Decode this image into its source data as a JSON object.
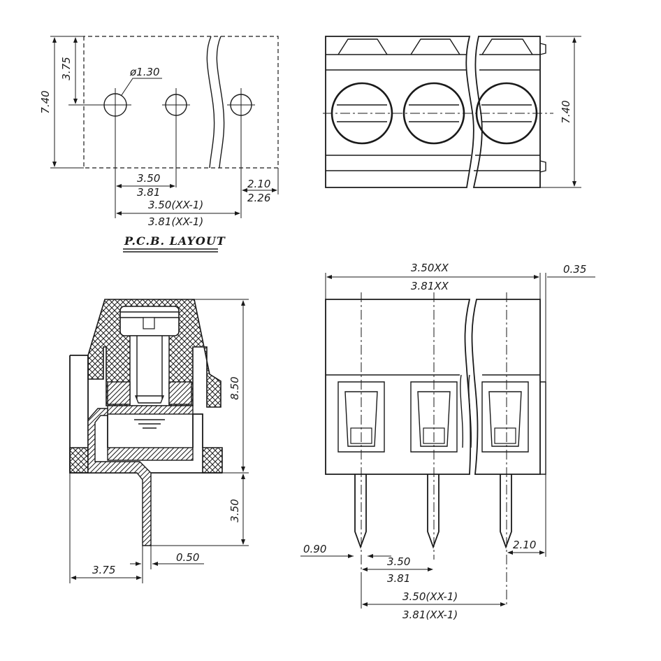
{
  "pcb_layout": {
    "title": "P.C.B. LAYOUT",
    "hole_diameter": "ø1.30",
    "height": "7.40",
    "hole_offset": "3.75",
    "pitch_a": "3.50",
    "pitch_b": "3.81",
    "total_a": "3.50(XX-1)",
    "total_b": "3.81(XX-1)",
    "edge_a": "2.10",
    "edge_b": "2.26"
  },
  "top_view": {
    "height": "7.40"
  },
  "side_view": {
    "body_height": "8.50",
    "pin_length": "3.50",
    "pin_offset": "3.75",
    "pin_thickness": "0.50"
  },
  "front_view": {
    "width_a": "3.50XX",
    "width_b": "3.81XX",
    "overhang": "0.35",
    "pin_width": "0.90",
    "pitch_a": "3.50",
    "pitch_b": "3.81",
    "total_a": "3.50(XX-1)",
    "total_b": "3.81(XX-1)",
    "edge": "2.10"
  }
}
